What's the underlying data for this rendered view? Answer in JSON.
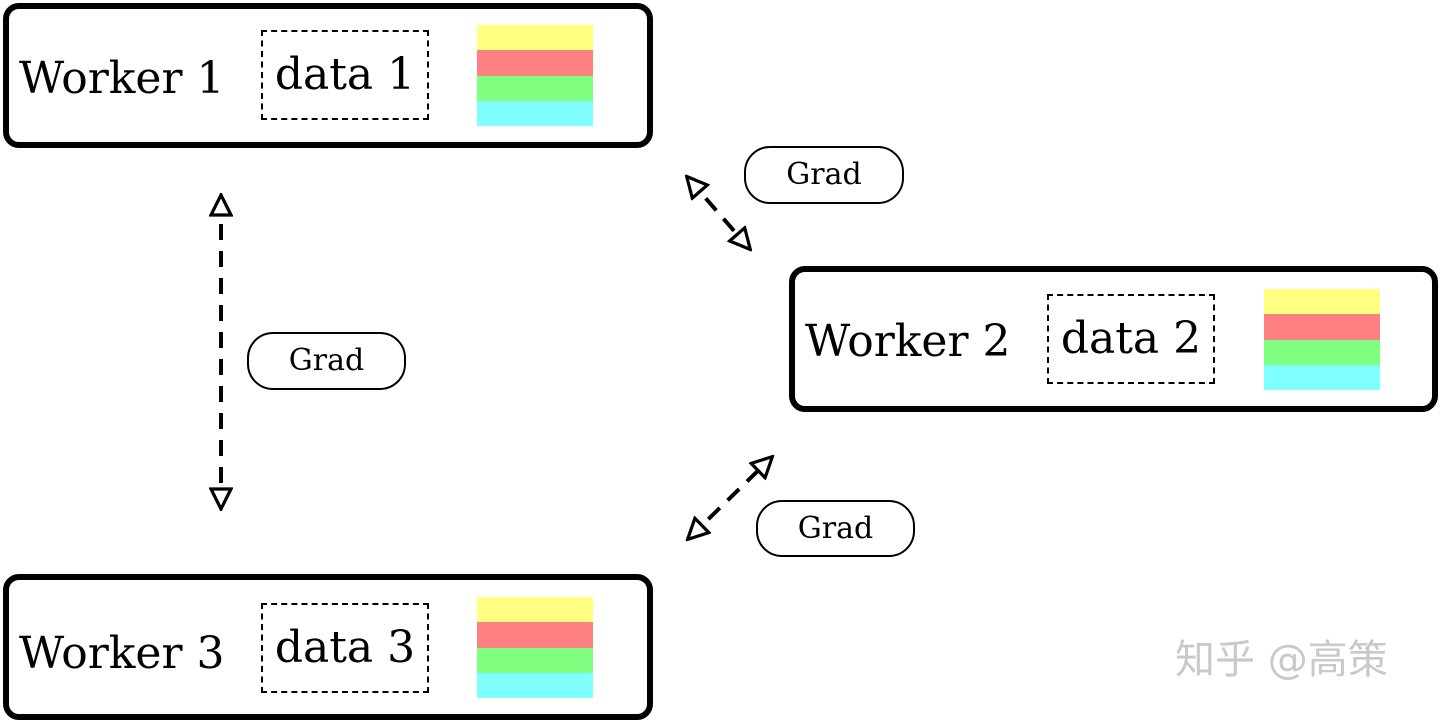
{
  "workers": [
    {
      "label": "Worker 1",
      "data_label": "data 1"
    },
    {
      "label": "Worker 2",
      "data_label": "data 2"
    },
    {
      "label": "Worker 3",
      "data_label": "data 3"
    }
  ],
  "gradient_exchange": {
    "left": "Grad",
    "top_right": "Grad",
    "bottom_right": "Grad"
  },
  "parameter_stack_colors": [
    "#ffff80",
    "#ff8080",
    "#80ff80",
    "#80ffff"
  ],
  "watermark": "知乎 @高策"
}
